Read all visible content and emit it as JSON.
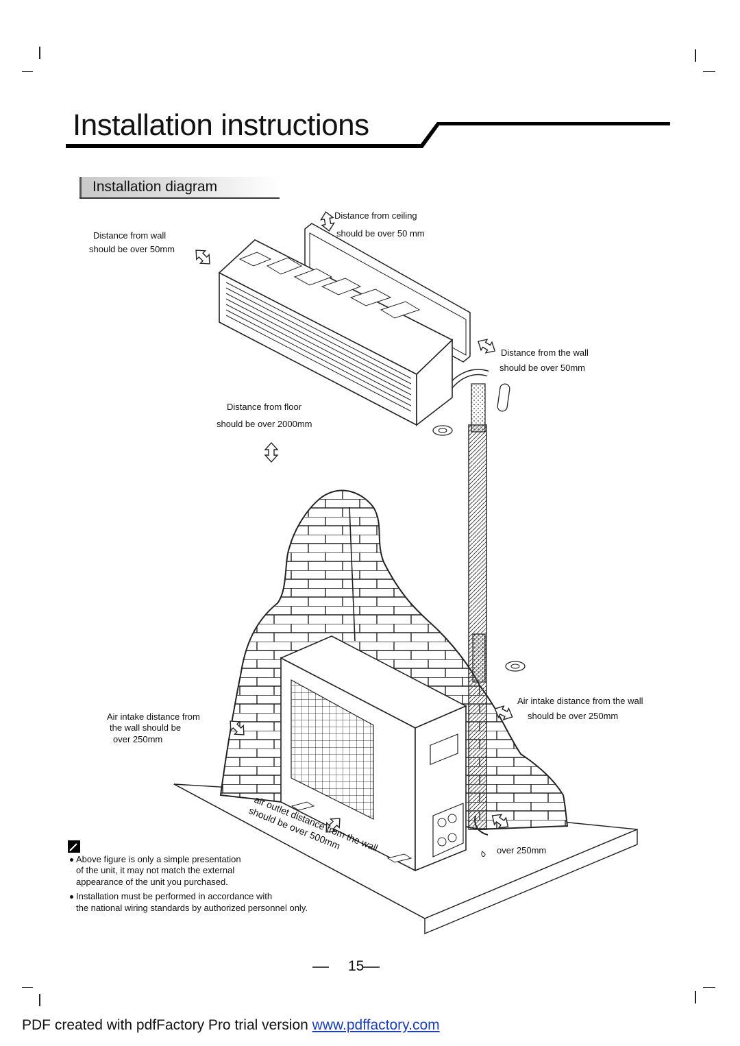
{
  "page": {
    "title": "Installation instructions",
    "subtitle": "Installation diagram",
    "page_number": "15"
  },
  "labels": {
    "ceiling_line1": "Distance from ceiling",
    "ceiling_line2": "should be over 50 mm",
    "wall_left_line1": "Distance from wall",
    "wall_left_line2": "should be over 50mm",
    "wall_right_line1": "Distance from the wall",
    "wall_right_line2": "should be over 50mm",
    "floor_line1": "Distance from floor",
    "floor_line2": "should be over 2000mm",
    "intake_left_line1": "Air intake distance from",
    "intake_left_line2": "the wall should be",
    "intake_left_line3": "over 250mm",
    "intake_right_line1": "Air intake distance from  the wall",
    "intake_right_line2": "should be over 250mm",
    "outlet_line1": "air outlet distance from the wall",
    "outlet_line2": "should be over 500mm",
    "side_clearance": "over 250mm"
  },
  "notes": {
    "note1_line1": "Above figure is only a simple presentation",
    "note1_line2": "of the unit, it may not match the external",
    "note1_line3": "appearance of the unit you purchased.",
    "note2_line1": "Installation must be performed in accordance with",
    "note2_line2": "the national wiring standards by authorized personnel only."
  },
  "footer": {
    "prefix": "PDF created with pdfFactory Pro trial version ",
    "link": "www.pdffactory.com"
  }
}
